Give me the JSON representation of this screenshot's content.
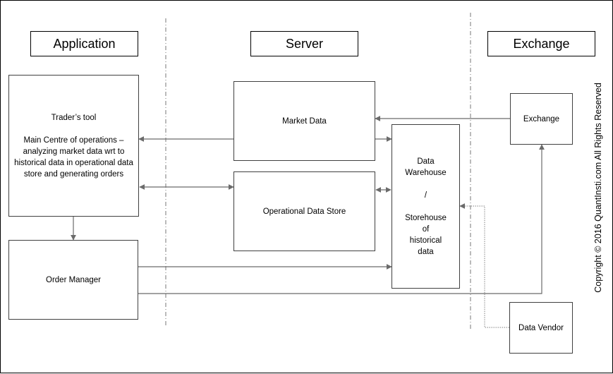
{
  "headers": {
    "application": "Application",
    "server": "Server",
    "exchange": "Exchange"
  },
  "boxes": {
    "traders_tool": {
      "title": "Trader’s tool",
      "description": "Main Centre of operations – analyzing market data wrt to historical data in operational data store and generating orders"
    },
    "order_manager": "Order Manager",
    "market_data": "Market Data",
    "operational_data_store": "Operational Data Store",
    "data_warehouse": {
      "line1": "Data",
      "line2": "Warehouse",
      "line3": "/",
      "line4": "Storehouse",
      "line5": "of",
      "line6": "historical",
      "line7": "data"
    },
    "exchange": "Exchange",
    "data_vendor": "Data Vendor"
  },
  "copyright": "Copyright © 2016 QuantInsti.com All Rights Reserved"
}
